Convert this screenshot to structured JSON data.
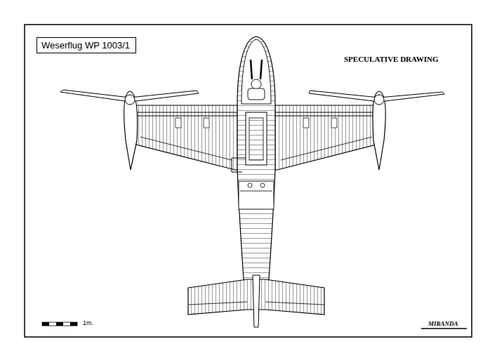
{
  "diagram": {
    "nodes": [
      {
        "text": [
          "Weserflug WP 1003/1"
        ]
      }
    ],
    "labels": [
      "SPECULATIVE DRAWING",
      "1m.",
      "MIRANDA"
    ]
  }
}
